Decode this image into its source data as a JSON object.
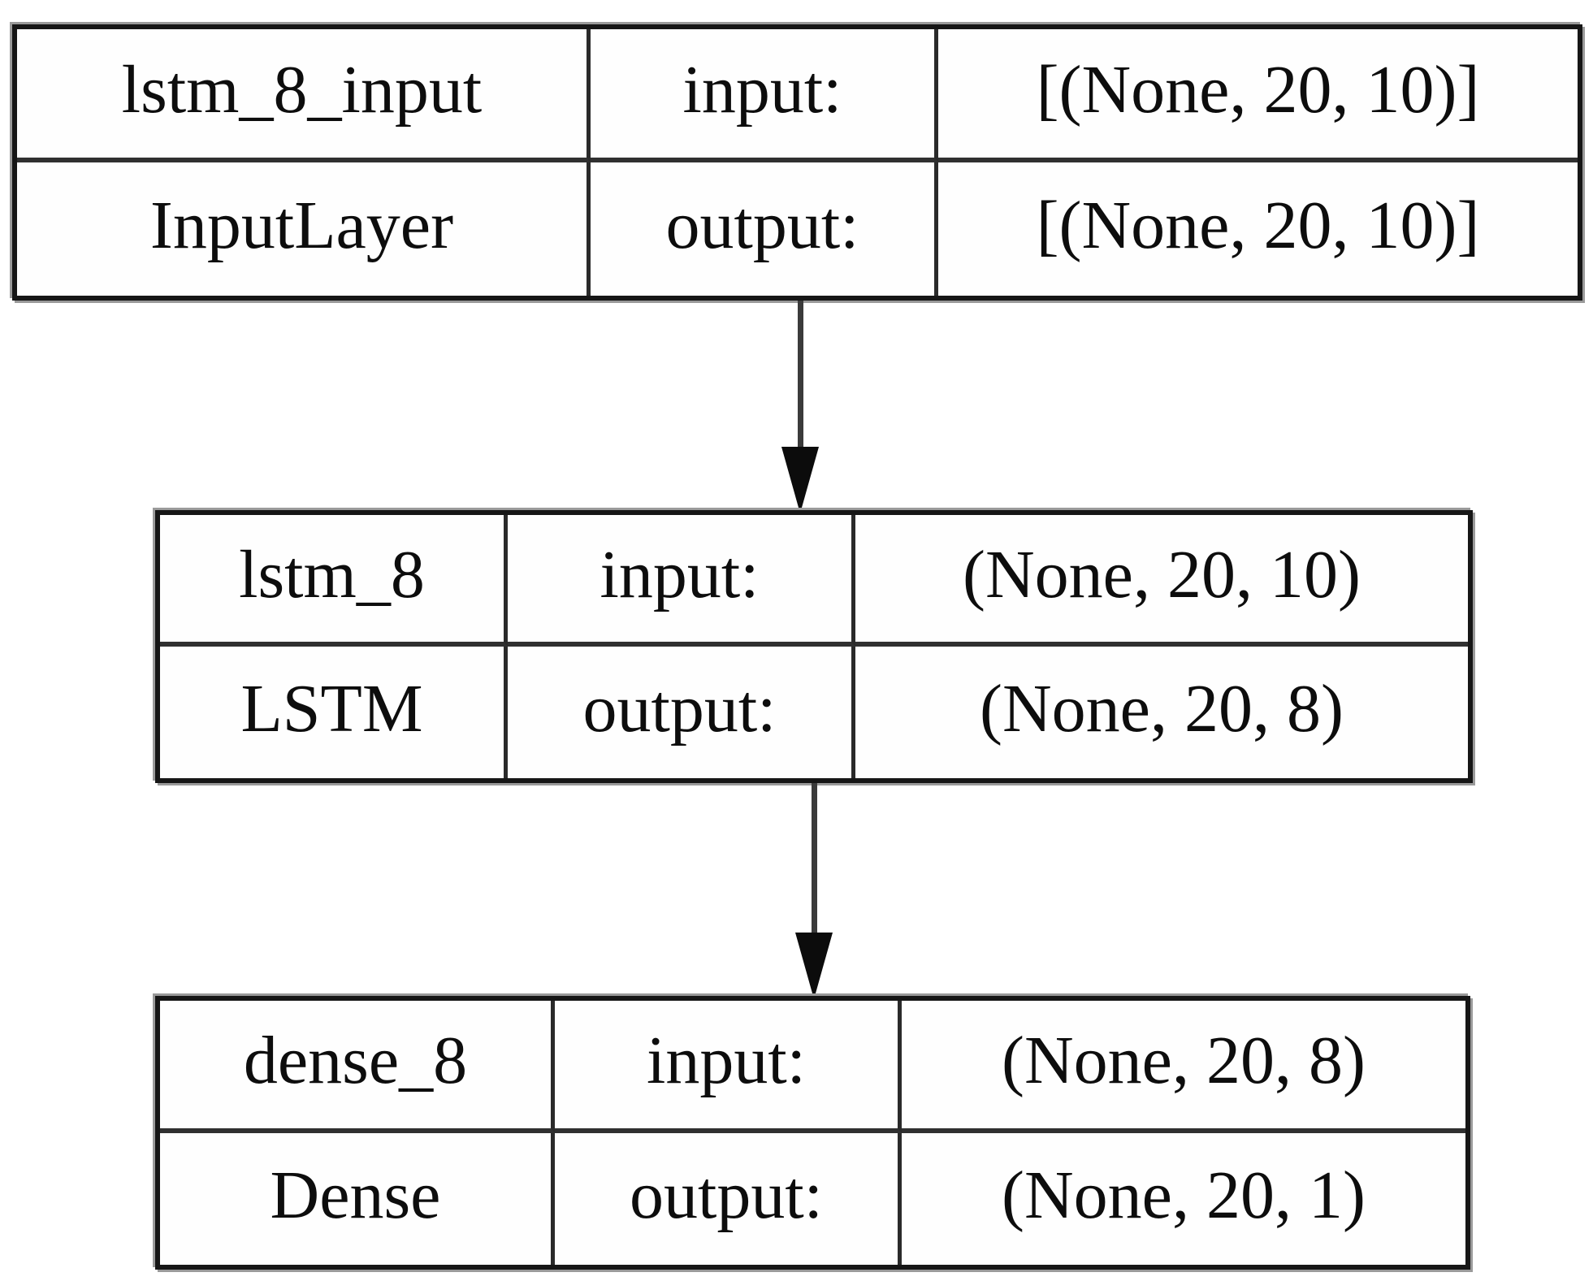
{
  "diagram": {
    "title": "keras-model-plot",
    "background_color": "#ffffff",
    "border_color": "#161616",
    "arrow_color": "#0c0c0c",
    "layers": [
      {
        "name": "lstm_8_input",
        "type": "InputLayer",
        "input_label": "input:",
        "output_label": "output:",
        "input_shape": "[(None, 20, 10)]",
        "output_shape": "[(None, 20, 10)]"
      },
      {
        "name": "lstm_8",
        "type": "LSTM",
        "input_label": "input:",
        "output_label": "output:",
        "input_shape": "(None, 20, 10)",
        "output_shape": "(None, 20, 8)"
      },
      {
        "name": "dense_8",
        "type": "Dense",
        "input_label": "input:",
        "output_label": "output:",
        "input_shape": "(None, 20, 8)",
        "output_shape": "(None, 20, 1)"
      }
    ],
    "connections": [
      {
        "from": "lstm_8_input",
        "to": "lstm_8"
      },
      {
        "from": "lstm_8",
        "to": "dense_8"
      }
    ]
  }
}
